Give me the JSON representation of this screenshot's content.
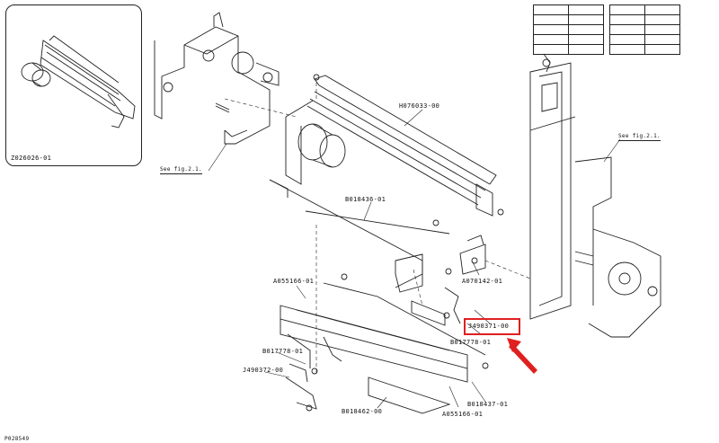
{
  "labels": {
    "inset_part": "Z026026-01",
    "see_fig_left": "See fig.2.1.",
    "see_fig_right": "See fig.2.1.",
    "h076033": "H076033-00",
    "b018436": "B018436-01",
    "a070142": "A070142-01",
    "a055166_top": "A055166-01",
    "j490371": "J490371-00",
    "b017778_right": "B017778-01",
    "b017778_left": "B017778-01",
    "j490372": "J490372-00",
    "b018437": "B018437-01",
    "b018462": "B018462-00",
    "a055166_bottom": "A055166-01",
    "page_code": "P028549"
  },
  "highlight": {
    "target": "J490371-00",
    "color": "#e02020"
  }
}
